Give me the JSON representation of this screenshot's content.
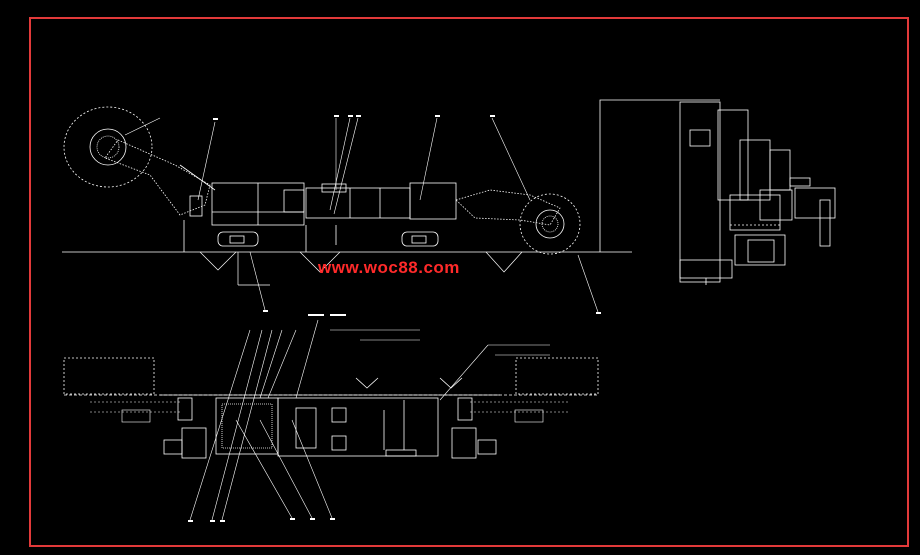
{
  "drawing": {
    "border_color": "#e23a3a",
    "line_color": "#ffffff",
    "background": "#000000",
    "watermark_color": "#ff2a2a",
    "watermark": "www.woc88.com"
  },
  "views": [
    {
      "id": "side-elevation-view"
    },
    {
      "id": "end-view"
    },
    {
      "id": "plan-view"
    }
  ]
}
